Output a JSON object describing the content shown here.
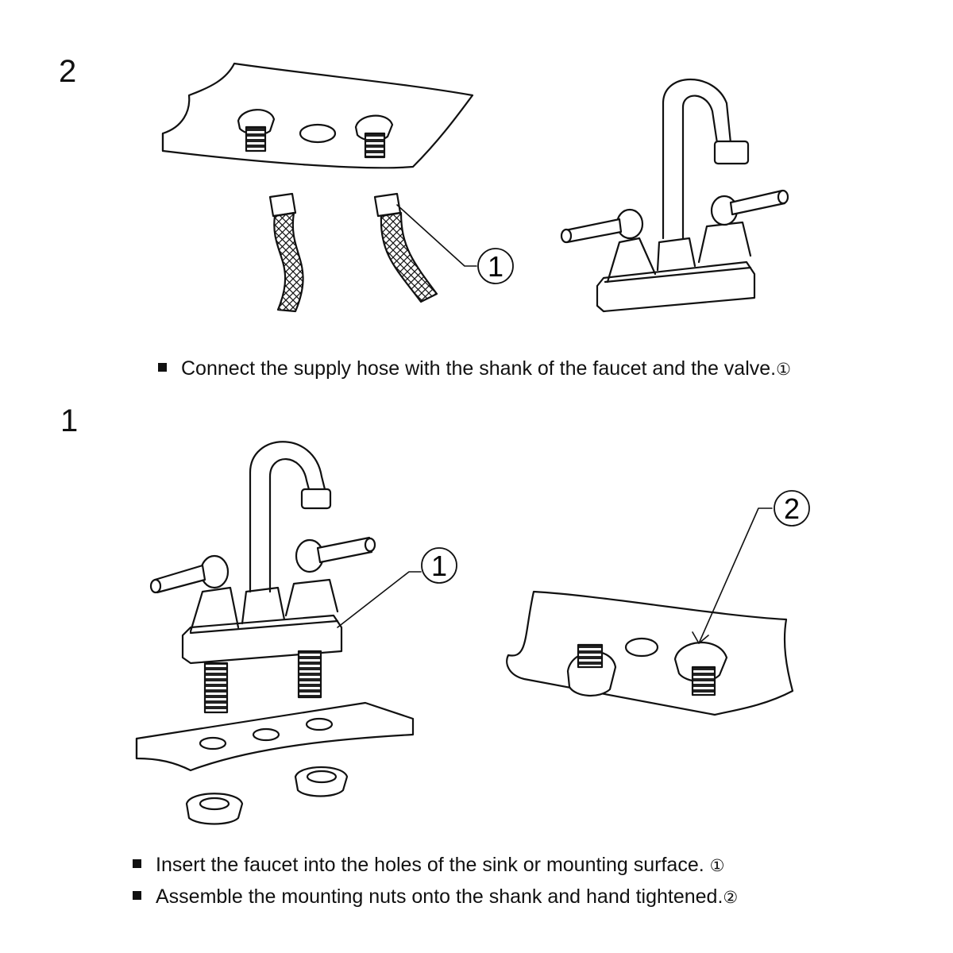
{
  "steps": [
    {
      "number": "2",
      "instructions": [
        {
          "text": "Connect the supply hose with the shank of the faucet and the valve.",
          "ref": "①"
        }
      ],
      "callouts": [
        "1"
      ]
    },
    {
      "number": "1",
      "instructions": [
        {
          "text": "Insert the faucet into the holes of the sink or mounting surface. ",
          "ref": "①"
        },
        {
          "text": "Assemble the mounting nuts onto the shank and hand tightened.",
          "ref": "②"
        }
      ],
      "callouts": [
        "1",
        "2"
      ]
    }
  ],
  "colors": {
    "line": "#111111",
    "background": "#ffffff"
  }
}
